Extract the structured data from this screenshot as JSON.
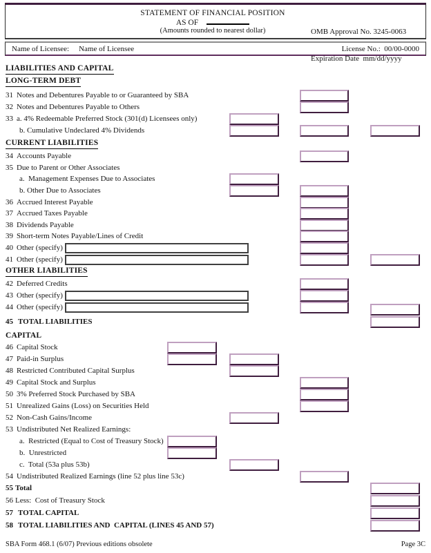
{
  "header": {
    "title_line1": "STATEMENT OF FINANCIAL POSITION",
    "title_line2": "AS OF",
    "title_line3": "(Amounts rounded to nearest dollar)",
    "omb_line1": "OMB Approval No. 3245-0063",
    "omb_line2": "Expiration Date  mm/dd/yyyy",
    "licensee_label": "Name of Licensee:",
    "licensee_value": "Name of Licensee",
    "license_no": "License No.:  00/00-0000"
  },
  "sections": {
    "liabilities_and_capital": "LIABILITIES AND CAPITAL",
    "long_term_debt": "LONG-TERM DEBT",
    "current_liabilities": "CURRENT LIABILITIES",
    "other_liabilities": "OTHER LIABILITIES",
    "capital": "CAPITAL"
  },
  "rows": {
    "r31": {
      "num": "31",
      "label": "Notes and Debentures Payable to or Guaranteed by SBA"
    },
    "r32": {
      "num": "32",
      "label": "Notes and Debentures Payable to Others"
    },
    "r33a": {
      "num": "33",
      "label": "a. 4% Redeemable Preferred Stock (301(d) Licensees only)"
    },
    "r33b": {
      "num": "",
      "label": "b. Cumulative Undeclared 4% Dividends"
    },
    "r34": {
      "num": "34",
      "label": "Accounts Payable"
    },
    "r35": {
      "num": "35",
      "label": "Due to Parent or Other Associates"
    },
    "r35a": {
      "num": "",
      "label": "a.  Management Expenses Due to Associates"
    },
    "r35b": {
      "num": "",
      "label": "b. Other Due to Associates"
    },
    "r36": {
      "num": "36",
      "label": "Accrued Interest Payable"
    },
    "r37": {
      "num": "37",
      "label": "Accrued Taxes Payable"
    },
    "r38": {
      "num": "38",
      "label": "Dividends Payable"
    },
    "r39": {
      "num": "39",
      "label": "Short-term Notes Payable/Lines of Credit"
    },
    "r40": {
      "num": "40",
      "label": "Other (specify)"
    },
    "r41": {
      "num": "41",
      "label": "Other (specify)"
    },
    "r42": {
      "num": "42",
      "label": "Deferred Credits"
    },
    "r43": {
      "num": "43",
      "label": "Other (specify)"
    },
    "r44": {
      "num": "44",
      "label": "Other (specify)"
    },
    "r45": {
      "num": "45",
      "label": "TOTAL LIABILITIES"
    },
    "r46": {
      "num": "46",
      "label": "Capital Stock"
    },
    "r47": {
      "num": "47",
      "label": "Paid-in Surplus"
    },
    "r48": {
      "num": "48",
      "label": "Restricted Contributed Capital Surplus"
    },
    "r49": {
      "num": "49",
      "label": "Capital Stock and Surplus"
    },
    "r50": {
      "num": "50",
      "label": "3% Preferred Stock Purchased by SBA"
    },
    "r51": {
      "num": "51",
      "label": "Unrealized Gains (Loss) on Securities Held"
    },
    "r52": {
      "num": "52",
      "label": "Non-Cash Gains/Income"
    },
    "r53": {
      "num": "53",
      "label": "Undistributed Net Realized Earnings:"
    },
    "r53a": {
      "num": "",
      "label": "a.  Restricted (Equal to Cost of Treasury Stock)"
    },
    "r53b": {
      "num": "",
      "label": "b.  Unrestricted"
    },
    "r53c": {
      "num": "",
      "label": "c.  Total (53a plus 53b)"
    },
    "r54": {
      "num": "54",
      "label": "Undistributed Realized Earnings (line 52 plus line 53c)"
    },
    "r55": {
      "num": "55",
      "label": "Total"
    },
    "r56": {
      "num": "56",
      "label": "Less:  Cost of Treasury Stock"
    },
    "r57": {
      "num": "57",
      "label": "TOTAL CAPITAL"
    },
    "r58": {
      "num": "58",
      "label": "TOTAL LIABILITIES AND  CAPITAL (LINES 45 AND 57)"
    }
  },
  "footer": {
    "left": "SBA Form 468.1 (6/07) Previous editions obsolete",
    "right": "Page 3C"
  },
  "colors": {
    "field_border_dark": "#3f1d3e",
    "field_border_light": "#bf9fbf",
    "specify_border": "#3f3f3f",
    "header_accent": "#3f1d3e"
  }
}
